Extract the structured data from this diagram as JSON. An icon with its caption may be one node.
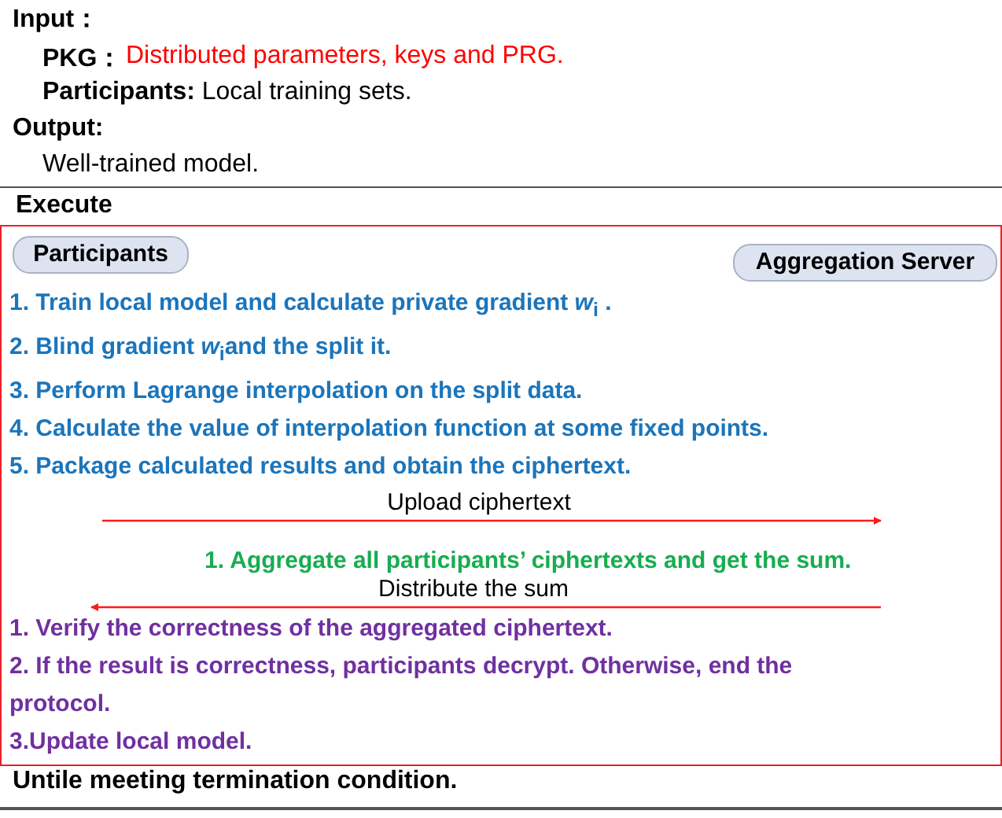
{
  "diagram": {
    "nodes": [
      {
        "text": [
          "Execute"
        ]
      },
      {
        "text": [
          "Participants"
        ],
        "in": 0
      },
      {
        "text": [
          "Aggregation Server"
        ],
        "in": 0
      },
      {
        "text": [
          "1. Train local model and calculate private gradient *w*$_{i}$ .",
          "2. Blind gradient *w*$_{i}$and the split it.",
          "3. Perform Lagrange interpolation on the split data.",
          "4. Calculate the value of interpolation function at some fixed points.",
          "5. Package calculated results and obtain the ciphertext."
        ],
        "in": 0
      },
      {
        "text": [
          "1. Aggregate all participants’ ciphertexts and get the sum."
        ],
        "in": 0
      },
      {
        "text": [
          "1. Verify the correctness of the aggregated ciphertext.",
          "2. If the result is correctness, participants decrypt. Otherwise,  end the protocol.",
          "3.Update local model."
        ],
        "in": 0
      }
    ],
    "edges": [
      {
        "from": 3,
        "to": 4,
        "arrow": "to",
        "label": "Upload ciphertext"
      },
      {
        "from": 4,
        "to": 5,
        "arrow": "to",
        "label": "Distribute the sum"
      }
    ],
    "labels": [
      "Input：",
      "PKG：",
      "Distributed parameters, keys and PRG.",
      "**Participants:** Local training sets.",
      "Output:",
      "Well-trained model.",
      "Untile meeting termination condition."
    ]
  }
}
